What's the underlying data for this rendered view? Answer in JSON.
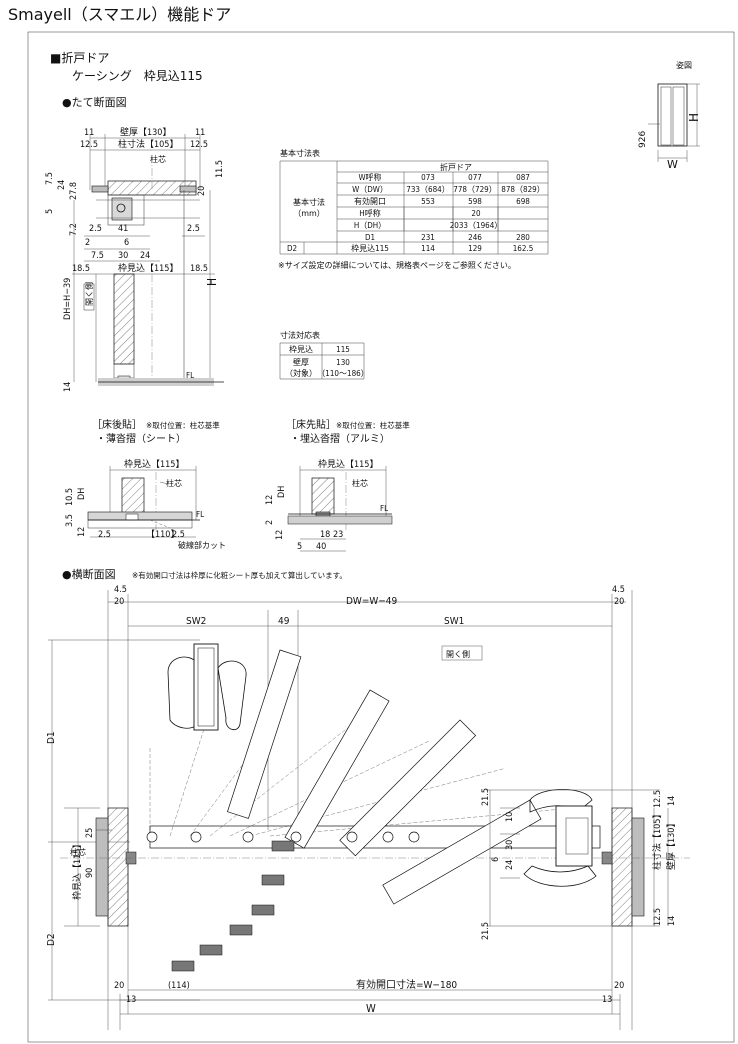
{
  "header": {
    "title": "Smayell（スマエル）機能ドア"
  },
  "section": {
    "type": "■折戸ドア",
    "subtitle": "ケーシング　枠見込115"
  },
  "vertical_section": {
    "title": "●たて断面図",
    "labels": [
      "11",
      "壁厚【130】",
      "11",
      "12.5",
      "柱寸法【105】",
      "12.5",
      "11.5",
      "柱芯",
      "7.5",
      "24",
      "27.8",
      "20",
      "5",
      "7.2",
      "2.5",
      "41",
      "2",
      "6",
      "2.5",
      "7.5",
      "30",
      "24",
      "18.5",
      "枠見込【115】",
      "18.5",
      "H",
      "DH=H−39",
      "開く側",
      "FL",
      "14"
    ]
  },
  "elevation": {
    "title": "姿図",
    "h_label": "H",
    "w_label": "W",
    "dim": "926"
  },
  "basic_table": {
    "caption": "基本寸法表",
    "door_type": "折戸ドア",
    "row_group_label_1": "基本寸法",
    "row_group_label_2": "（mm）",
    "rows": [
      {
        "label": "W呼称",
        "c1": "073",
        "c2": "077",
        "c3": "087"
      },
      {
        "label": "W（DW）",
        "c1": "733（684）",
        "c2": "778（729）",
        "c3": "878（829）"
      },
      {
        "label": "有効開口",
        "c1": "553",
        "c2": "598",
        "c3": "698"
      },
      {
        "label": "H呼称",
        "merged": "20"
      },
      {
        "label": "H（DH）",
        "merged": "2033（1964）"
      },
      {
        "label": "D1",
        "c1": "231",
        "c2": "246",
        "c3": "280"
      },
      {
        "pre": "D2",
        "label": "枠見込115",
        "c1": "114",
        "c2": "129",
        "c3": "162.5"
      }
    ],
    "note": "※サイズ設定の詳細については、規格表ページをご参照ください。"
  },
  "corr_table": {
    "caption": "寸法対応表",
    "rows": [
      {
        "label": "枠見込",
        "value": "115"
      },
      {
        "label": "壁厚",
        "value": "130"
      },
      {
        "label": "（対象）",
        "value": "（110～186）"
      }
    ]
  },
  "floor_left": {
    "title": "［床後貼］",
    "note": "※取付位置：柱芯基準",
    "subtitle": "・薄沓摺（シート）",
    "labels": [
      "枠見込【115】",
      "柱芯",
      "DH",
      "10.5",
      "FL",
      "3.5",
      "12",
      "2.5",
      "【110】",
      "2.5",
      "破線部カット"
    ]
  },
  "floor_right": {
    "title": "［床先貼］",
    "note": "※取付位置：柱芯基準",
    "subtitle": "・埋込沓摺（アルミ）",
    "labels": [
      "枠見込【115】",
      "柱芯",
      "DH",
      "12",
      "FL",
      "2",
      "12",
      "18",
      "23",
      "5",
      "40"
    ]
  },
  "horizontal_section": {
    "title": "●横断面図",
    "note": "※有効開口寸法は枠厚に化粧シート厚も加えて算出しています。",
    "labels": [
      "4.5",
      "20",
      "DW=W−49",
      "4.5",
      "20",
      "SW2",
      "49",
      "SW1",
      "開く側",
      "D1",
      "D2",
      "21.5",
      "12.5",
      "14",
      "10",
      "30",
      "24",
      "6",
      "12.5",
      "14",
      "21.5",
      "25",
      "柱芯",
      "90",
      "枠見込【115】",
      "柱寸法【105】",
      "壁厚【130】",
      "20",
      "(114)",
      "有効開口寸法=W−180",
      "20",
      "13",
      "13",
      "W"
    ]
  }
}
